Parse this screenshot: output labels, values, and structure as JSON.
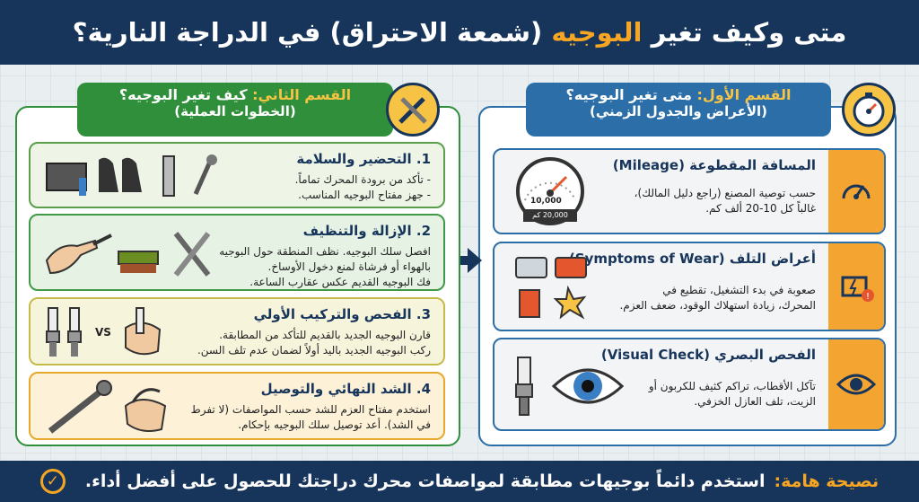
{
  "header": {
    "title_part1": "متى وكيف تغير",
    "title_highlight": "البوجيه",
    "title_part2": "(شمعة الاحتراق) في الدراجة النارية؟"
  },
  "right_panel": {
    "title_a": "القسم الأول:",
    "title_b": "متى تغير البوجيه؟",
    "subtitle": "(الأعراض والجدول الزمني)",
    "cards": [
      {
        "title": "المسافة المقطوعة (Mileage)",
        "lines": [
          "حسب توصية المصنع (راجع دليل المالك)،",
          "غالباً كل 10-20 ألف كم."
        ],
        "gauge_top": "10,000",
        "gauge_bottom": "20,000 كم"
      },
      {
        "title": "أعراض التلف (Symptoms of Wear)",
        "lines": [
          "صعوبة في بدء التشغيل، تقطيع في",
          "المحرك، زيادة استهلاك الوقود، ضعف العزم."
        ]
      },
      {
        "title": "الفحص البصري (Visual Check)",
        "lines": [
          "تآكل الأقطاب، تراكم كثيف للكربون أو",
          "الزيت، تلف العازل الخزفي."
        ]
      }
    ]
  },
  "left_panel": {
    "title_a": "القسم الثاني:",
    "title_b": "كيف تغير البوجيه؟",
    "subtitle": "(الخطوات العملية)",
    "steps": [
      {
        "title": "1. التحضير والسلامة",
        "lines": [
          "- تأكد من برودة المحرك تماماً.",
          "- جهز مفتاح البوجيه المناسب."
        ]
      },
      {
        "title": "2. الإزالة والتنظيف",
        "lines": [
          "افصل سلك البوجيه. نظف المنطقة حول البوجيه",
          "بالهواء أو فرشاة لمنع دخول الأوساخ.",
          "فك البوجيه القديم عكس عقارب الساعة."
        ]
      },
      {
        "title": "3. الفحص والتركيب الأولي",
        "lines": [
          "قارن البوجيه الجديد بالقديم للتأكد من المطابقة.",
          "ركب البوجيه الجديد باليد أولاً لضمان عدم تلف السن."
        ],
        "vs": "VS"
      },
      {
        "title": "4. الشد النهائي والتوصيل",
        "lines": [
          "استخدم مفتاح العزم للشد حسب المواصفات (لا تفرط",
          "في الشد). أعد توصيل سلك البوجيه بإحكام."
        ]
      }
    ]
  },
  "footer": {
    "label": "نصيحة هامة:",
    "text": "استخدم دائماً بوجيهات مطابقة لمواصفات محرك دراجتك للحصول على أفضل أداء."
  },
  "icons": [
    "gauge-icon",
    "wrench-spark-plug-icon",
    "engine-warning-icon",
    "eye-icon",
    "spark-plug-icon",
    "gloves-icon",
    "socket-icon",
    "ratchet-icon",
    "air-gun-icon",
    "brush-icon",
    "crossed-wrenches-icon",
    "torque-wrench-icon",
    "hand-icon",
    "fuel-pump-icon",
    "check-icon",
    "arrow-right-icon"
  ],
  "colors": {
    "navy": "#17345a",
    "orange": "#f6a623",
    "blue": "#2b6ea8",
    "green": "#2f8f3a"
  }
}
